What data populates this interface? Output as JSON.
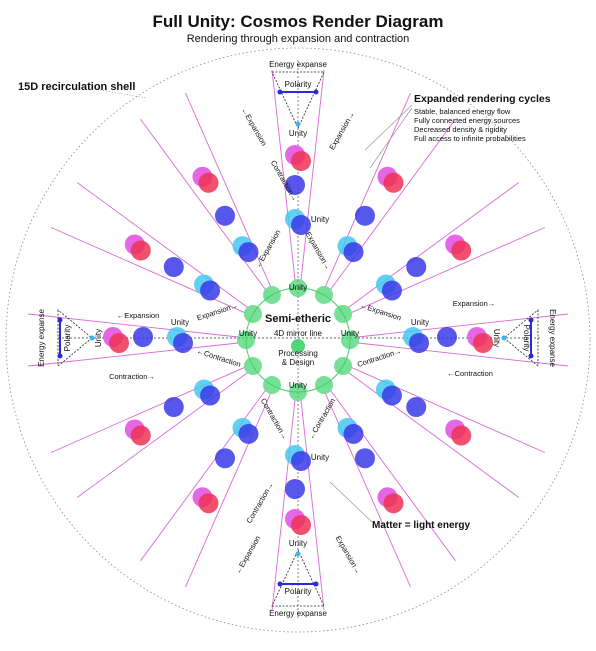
{
  "title": "Full Unity: Cosmos Render Diagram",
  "subtitle": "Rendering through expansion and contraction",
  "shell_label": "15D recirculation shell",
  "cycles": {
    "heading": "Expanded rendering cycles",
    "lines": [
      "Stable, balanced energy flow",
      "Fully connected energy sources",
      "Decreased density & rigidity",
      "Full access to infinite probabilities"
    ]
  },
  "center": {
    "semi": "Semi-etheric",
    "mirror": "4D mirror line",
    "processing_1": "Processing",
    "processing_2": "& Design"
  },
  "matter_label": "Matter = light energy",
  "labels": {
    "unity": "Unity",
    "polarity": "Polarity",
    "energy_expanse": "Energy expanse",
    "expansion": "Expansion",
    "contraction": "Contraction"
  },
  "colors": {
    "ring": "#3fd16b",
    "blue": "#3a3ae8",
    "cyan": "#44c8f2",
    "red": "#ee3355",
    "magenta": "#e24ce0",
    "ray": "#d96ad9",
    "polarity": "#2a2adf",
    "apex": "#35b8f0"
  },
  "icons": [
    "unity-node",
    "triangle-frame",
    "polarity-bar"
  ]
}
